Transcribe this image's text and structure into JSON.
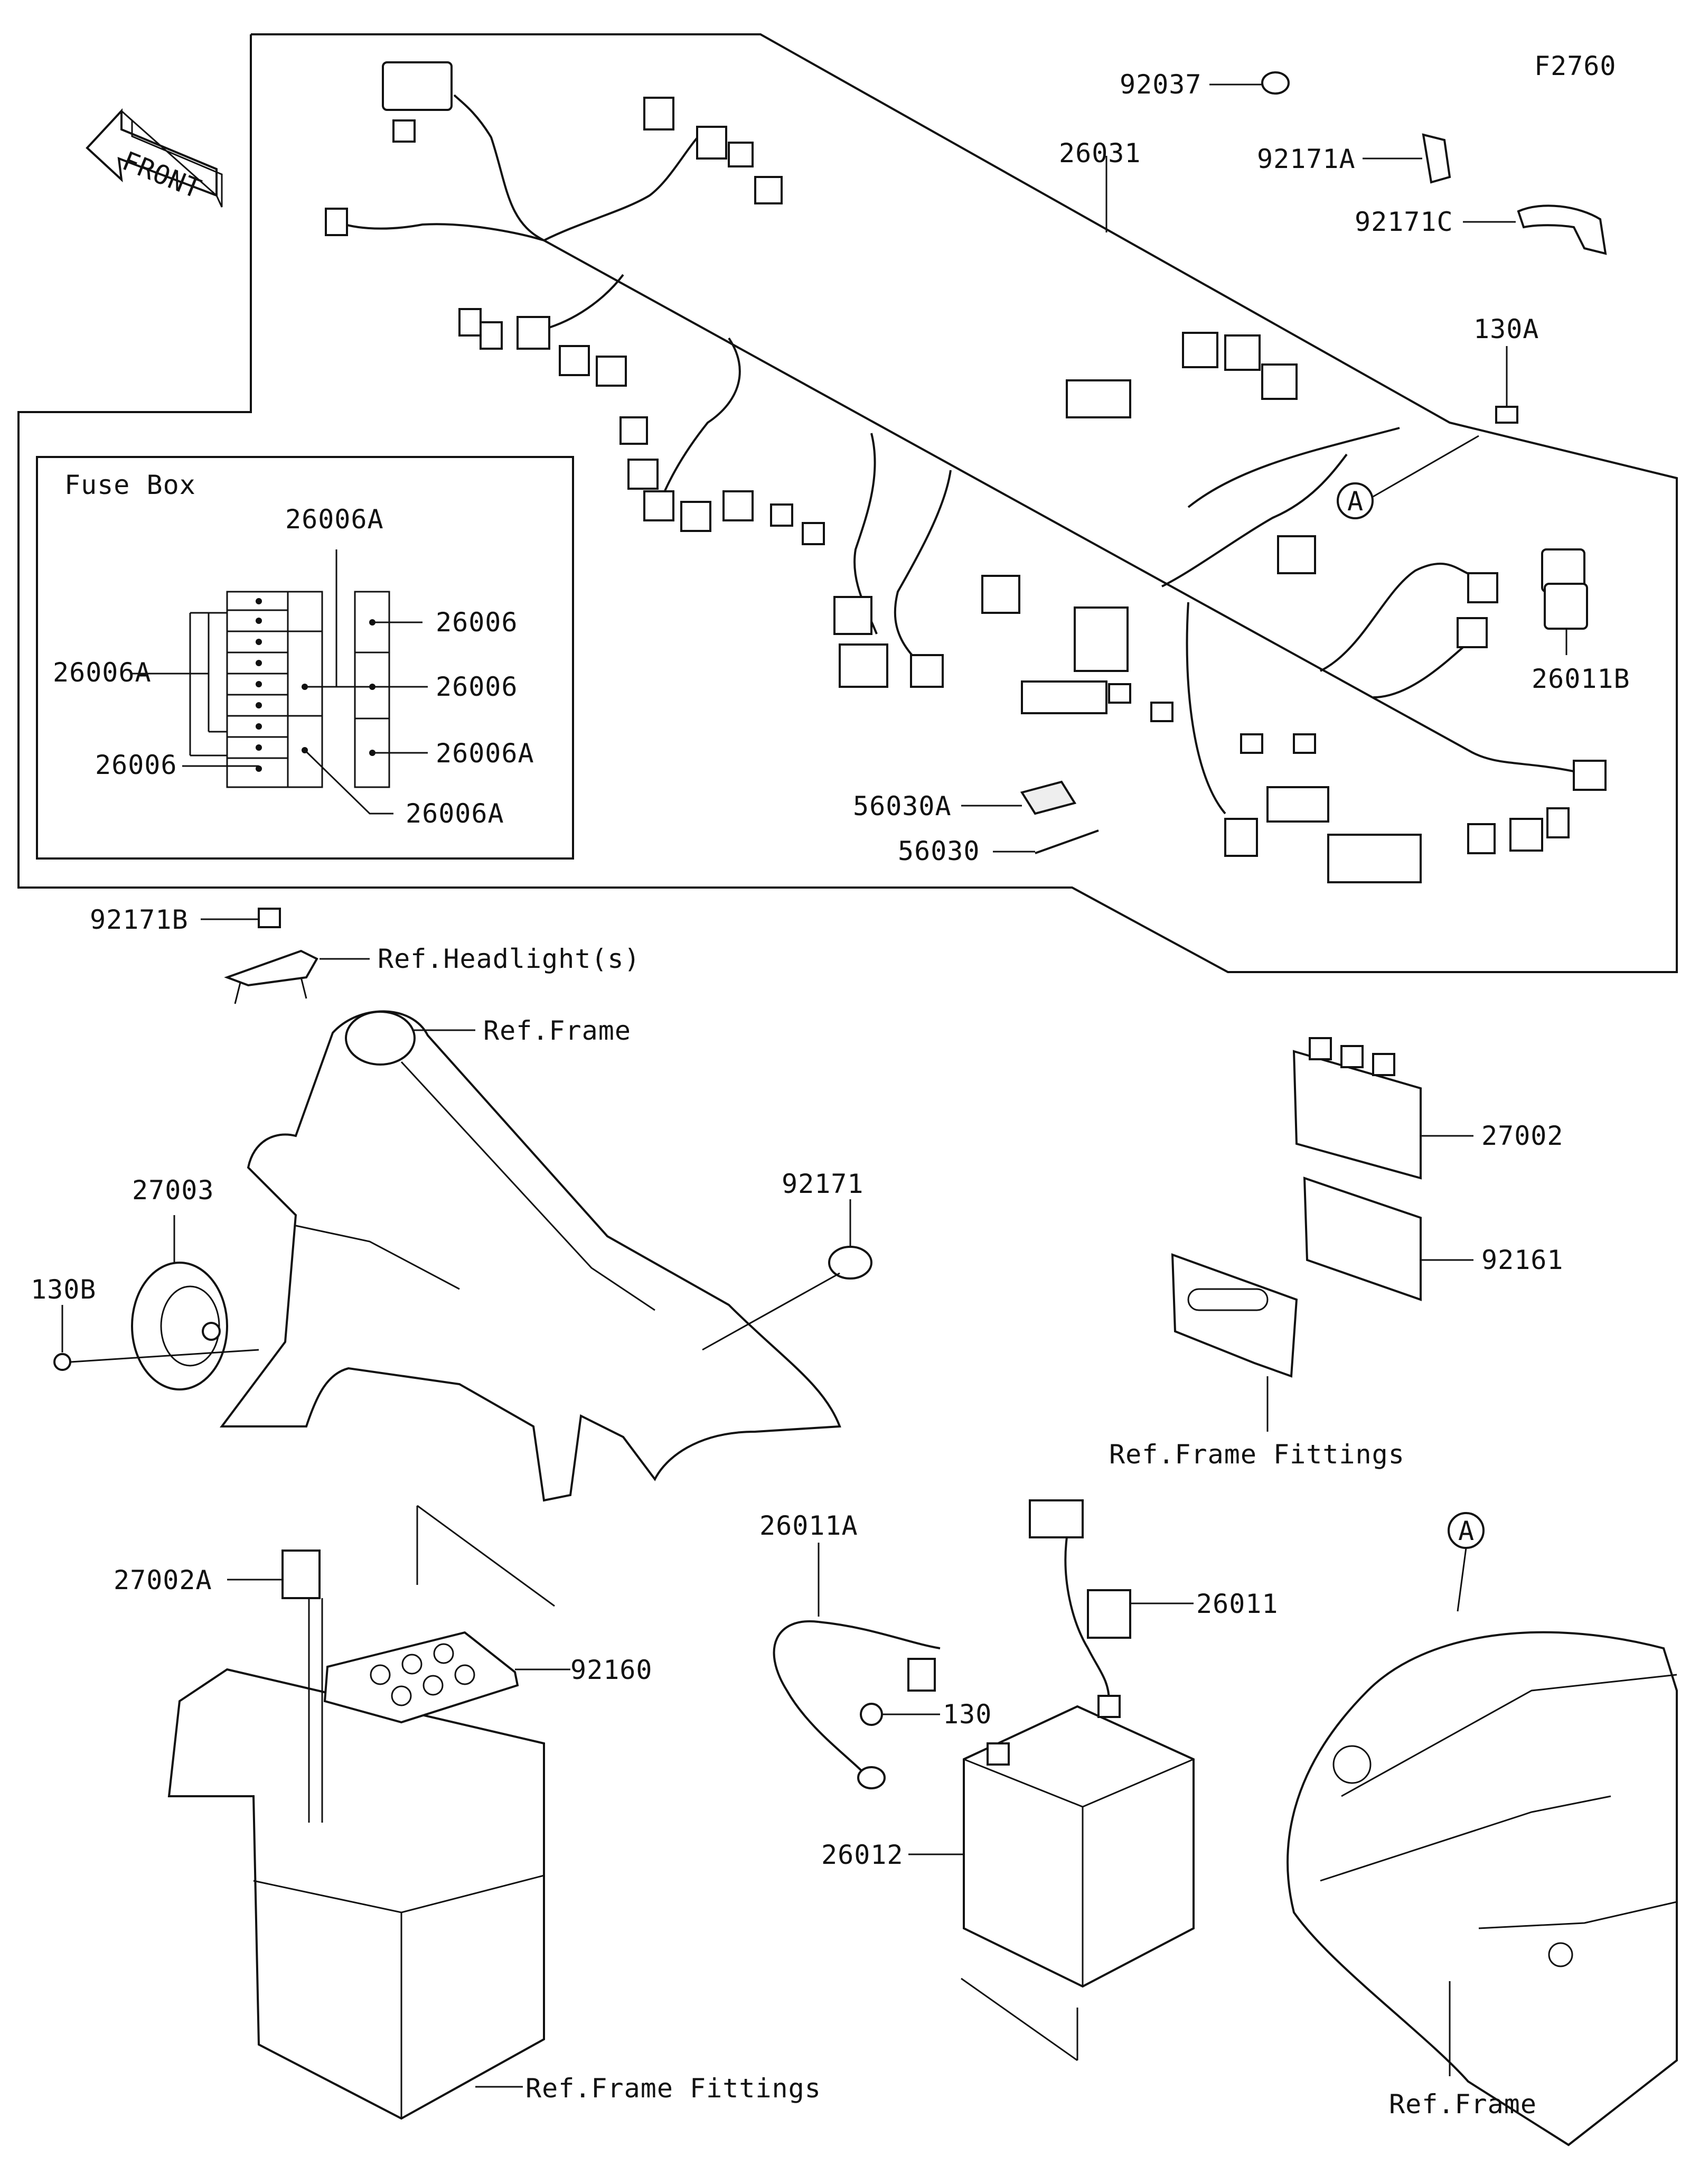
{
  "figure_code": "F2760",
  "front_marker": "FRONT",
  "fuse_box": {
    "title": "Fuse Box",
    "labels": {
      "top": "26006A",
      "left_mid": "26006A",
      "left_bottom": "26006",
      "right_top": "26006",
      "right_mid": "26006",
      "right_bottom": "26006A",
      "bottom": "26006A"
    }
  },
  "harness_labels": {
    "p92037": "92037",
    "p92171A": "92171A",
    "p26031": "26031",
    "p92171C": "92171C",
    "p130A": "130A",
    "circleA": "A",
    "p26011B": "26011B",
    "p56030A": "56030A",
    "p56030": "56030"
  },
  "front_section_labels": {
    "p92171B": "92171B",
    "ref_headlight": "Ref.Headlight(s)",
    "ref_frame_top": "Ref.Frame",
    "p27002": "27002",
    "p27003": "27003",
    "p92171": "92171",
    "p92161": "92161",
    "p130B": "130B",
    "ref_frame_fittings_mid": "Ref.Frame Fittings"
  },
  "bottom_section_labels": {
    "p26011A": "26011A",
    "p27002A": "27002A",
    "p26011": "26011",
    "p92160": "92160",
    "p130": "130",
    "p26012": "26012",
    "circleA2": "A",
    "ref_frame_fittings_bottom": "Ref.Frame Fittings",
    "ref_frame_bottom": "Ref.Frame"
  }
}
